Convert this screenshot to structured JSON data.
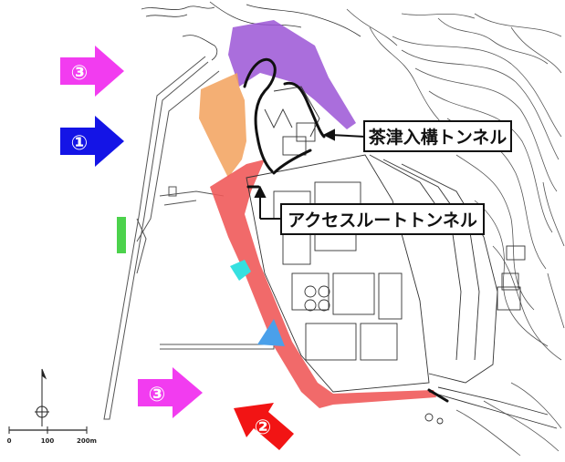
{
  "labels": {
    "tunnel_1": "茶津入構トンネル",
    "tunnel_2": "アクセスルートトンネル"
  },
  "arrows": [
    {
      "id": "arrow-3-top",
      "label": "③",
      "color": "#f23cf0"
    },
    {
      "id": "arrow-1",
      "label": "①",
      "color": "#1414e6"
    },
    {
      "id": "arrow-3-bottom",
      "label": "③",
      "color": "#f23cf0"
    },
    {
      "id": "arrow-2",
      "label": "②",
      "color": "#f21414"
    }
  ],
  "scale_bar": {
    "ticks": [
      "0",
      "100",
      "200m"
    ]
  },
  "colors": {
    "purple_zone": "#9b55d6",
    "orange_zone": "#f2a15c",
    "red_zone": "#ef5a5a",
    "green_marker": "#4cd24c",
    "cyan_marker": "#36e0e0",
    "blue_marker": "#4aa0ea"
  }
}
